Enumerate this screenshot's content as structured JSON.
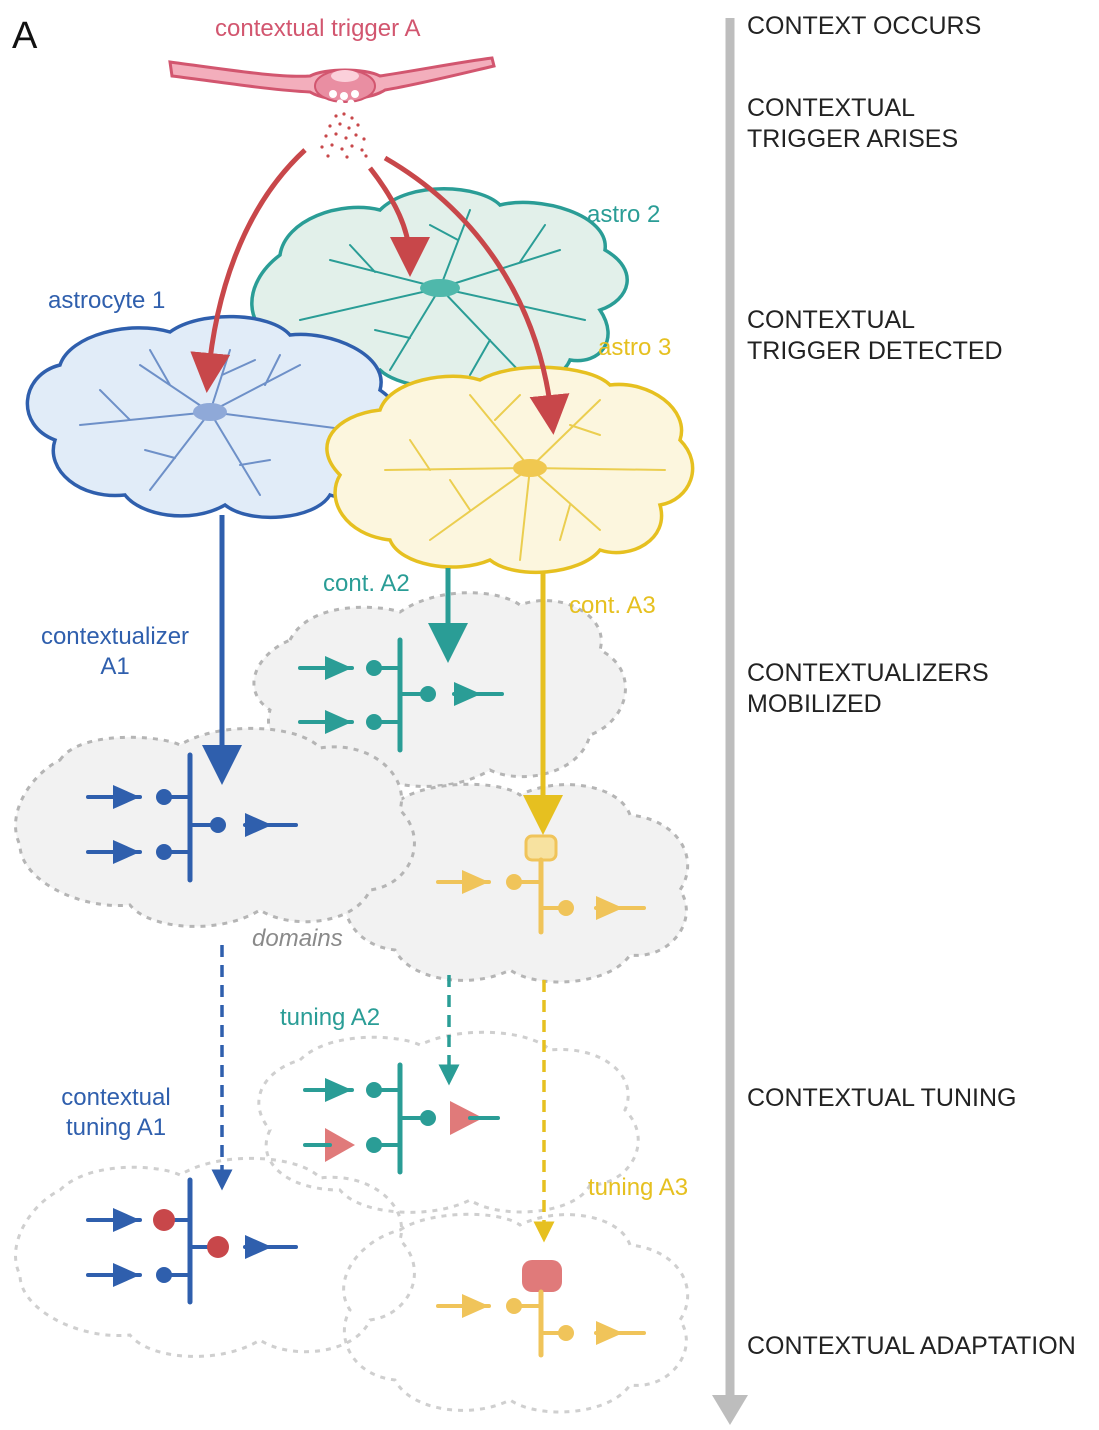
{
  "panel_label": "A",
  "trigger": {
    "label": "contextual trigger A"
  },
  "timeline": {
    "stages": [
      {
        "lines": [
          "CONTEXT OCCURS"
        ]
      },
      {
        "lines": [
          "CONTEXTUAL",
          "TRIGGER ARISES"
        ]
      },
      {
        "lines": [
          "CONTEXTUAL",
          "TRIGGER DETECTED"
        ]
      },
      {
        "lines": [
          "CONTEXTUALIZERS",
          "MOBILIZED"
        ]
      },
      {
        "lines": [
          "CONTEXTUAL TUNING"
        ]
      },
      {
        "lines": [
          "CONTEXTUAL ADAPTATION"
        ]
      }
    ]
  },
  "astrocytes": {
    "a1": {
      "label": "astrocyte 1"
    },
    "a2": {
      "label": "astro 2"
    },
    "a3": {
      "label": "astro 3"
    }
  },
  "contextualizers": {
    "a1": {
      "lines": [
        "contextualizer",
        "A1"
      ]
    },
    "a2": {
      "label": "cont. A2"
    },
    "a3": {
      "label": "cont. A3"
    }
  },
  "domains_label": "domains",
  "tuning": {
    "a1": {
      "lines": [
        "contextual",
        "tuning A1"
      ]
    },
    "a2": {
      "label": "tuning A2"
    },
    "a3": {
      "label": "tuning A3"
    }
  },
  "colors": {
    "blue": "#2f5fad",
    "teal": "#2a9d96",
    "yellow": "#e6c020",
    "red": "#c8474a",
    "pink": "#d2566f",
    "gray_arrow": "#bdbdbd",
    "domain_fill": "#f2f2f2"
  }
}
